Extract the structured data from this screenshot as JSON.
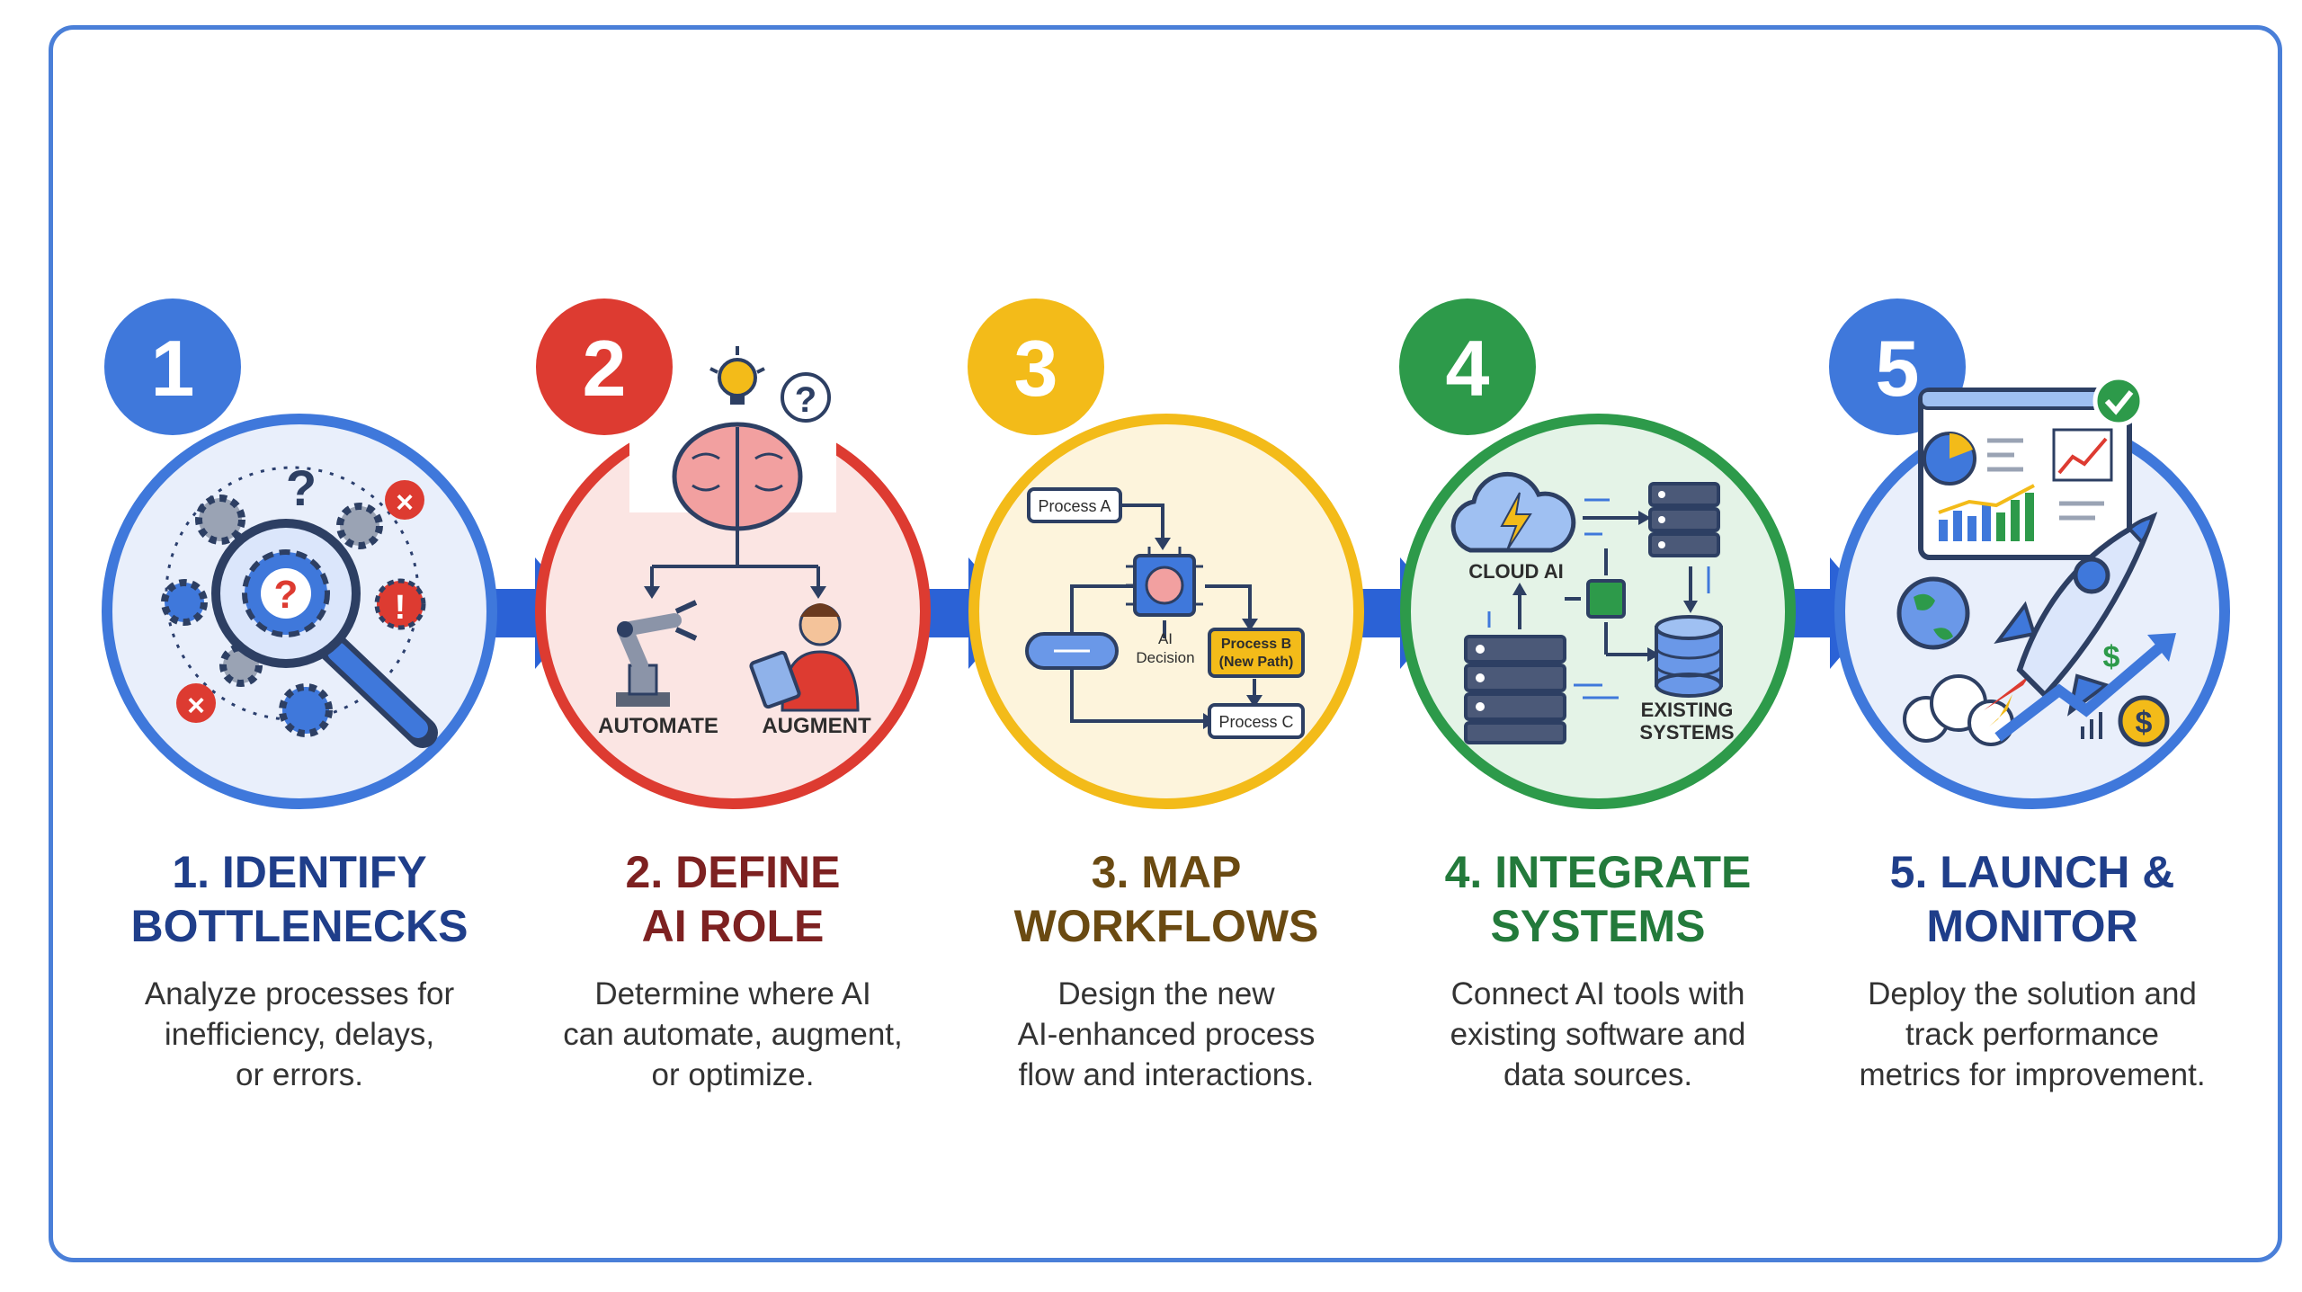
{
  "colors": {
    "frame": "#4a7fd8",
    "blue": "#3f78db",
    "red": "#dd3b31",
    "yellow": "#f3bb19",
    "green": "#2d9a4a",
    "arrow": "#2b62d6"
  },
  "steps": [
    {
      "number": "1",
      "title_line1": "1. IDENTIFY",
      "title_line2": "BOTTLENECKS",
      "desc_line1": "Analyze processes for",
      "desc_line2": "inefficiency, delays,",
      "desc_line3": "or errors.",
      "icons": [
        "magnifier-gear-icon",
        "question-mark-icon",
        "error-icon",
        "alert-icon"
      ]
    },
    {
      "number": "2",
      "title_line1": "2. DEFINE",
      "title_line2": "AI ROLE",
      "desc_line1": "Determine where AI",
      "desc_line2": "can automate, augment,",
      "desc_line3": "or optimize.",
      "label_automate": "AUTOMATE",
      "label_augment": "AUGMENT",
      "icons": [
        "brain-icon",
        "lightbulb-icon",
        "robot-arm-icon",
        "person-tablet-icon"
      ]
    },
    {
      "number": "3",
      "title_line1": "3. MAP",
      "title_line2": "WORKFLOWS",
      "desc_line1": "Design the new",
      "desc_line2": "AI-enhanced process",
      "desc_line3": "flow and interactions.",
      "process_a": "Process A",
      "ai_line1": "AI",
      "ai_line2": "Decision",
      "process_b_line1": "Process B",
      "process_b_line2": "(New Path)",
      "process_c": "Process C",
      "icons": [
        "chip-icon",
        "flowchart-icon"
      ]
    },
    {
      "number": "4",
      "title_line1": "4. INTEGRATE",
      "title_line2": "SYSTEMS",
      "desc_line1": "Connect AI tools with",
      "desc_line2": "existing software and",
      "desc_line3": "data sources.",
      "cloud_label": "CLOUD AI",
      "existing_line1": "EXISTING",
      "existing_line2": "SYSTEMS",
      "icons": [
        "cloud-icon",
        "server-icon",
        "database-icon",
        "chip-icon"
      ]
    },
    {
      "number": "5",
      "title_line1": "5. LAUNCH &",
      "title_line2": "MONITOR",
      "desc_line1": "Deploy the solution and",
      "desc_line2": "track performance",
      "desc_line3": "metrics for improvement.",
      "icons": [
        "dashboard-icon",
        "rocket-icon",
        "globe-icon",
        "dollar-icon",
        "check-icon"
      ]
    }
  ]
}
